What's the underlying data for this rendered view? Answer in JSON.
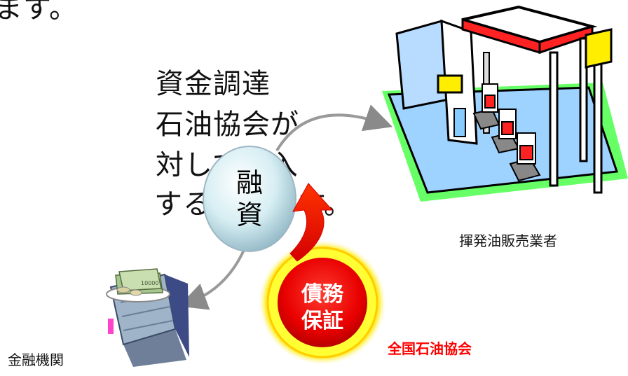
{
  "intro_text": {
    "line0": "ます。",
    "line1": "資金調達",
    "line2": "石油協会が",
    "line3": "対して借入",
    "line4": "する制度です。"
  },
  "financing_bubble": {
    "char1": "融",
    "char2": "資"
  },
  "guarantee_button": {
    "line1": "債務",
    "line2": "保証"
  },
  "labels": {
    "sales_business": "揮発油販売業者",
    "financial_institution": "金融機関",
    "petroleum_association": "全国石油協会"
  },
  "bill_denomination": "10000",
  "colors": {
    "bubble": "#cfe9f0",
    "guarantee_red": "#ee0000",
    "guarantee_glow": "#ffff33",
    "station_ground": "#99ff99",
    "station_canopy_trim": "#ff0000",
    "sign": "#ffee00"
  }
}
